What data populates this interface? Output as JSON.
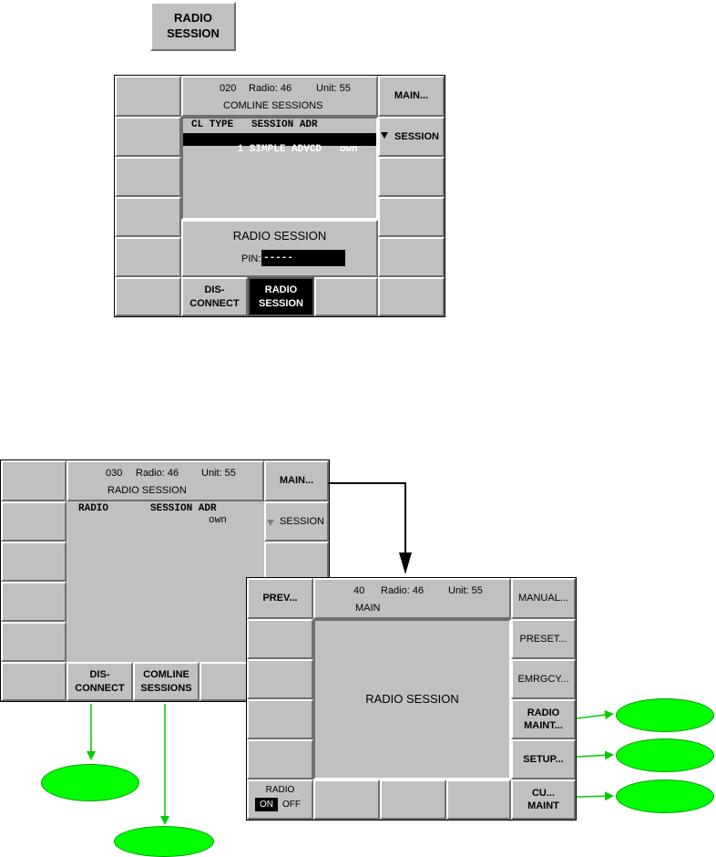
{
  "colors": {
    "screen_bg": "#c0c0c0",
    "oval": "#00ff00",
    "arrow_green": "#00cc00",
    "arrow_black": "#000000"
  },
  "top_key": {
    "line1": "RADIO",
    "line2": "SESSION"
  },
  "screen1": {
    "header": {
      "num": "020",
      "radio": "Radio: 46",
      "unit": "Unit: 55",
      "title": "COMLINE SESSIONS"
    },
    "main_button": "MAIN...",
    "session_button": "SESSION",
    "list_header": "CL TYPE   SESSION ADR",
    "list_row": "1 SIMPLE ADVCD   own",
    "dialog_title": "RADIO SESSION",
    "pin_label": "PIN:",
    "pin_value": "-----",
    "disconnect": {
      "line1": "DIS-",
      "line2": "CONNECT"
    },
    "radio_session": {
      "line1": "RADIO",
      "line2": "SESSION"
    }
  },
  "screen2": {
    "header": {
      "num": "030",
      "radio": "Radio: 46",
      "unit": "Unit: 55",
      "title": "RADIO SESSION"
    },
    "main_button": "MAIN...",
    "session_button": "SESSION",
    "list_header_left": "RADIO",
    "list_header_right": "SESSION ADR",
    "list_value": "own",
    "disconnect": {
      "line1": "DIS-",
      "line2": "CONNECT"
    },
    "comline": {
      "line1": "COMLINE",
      "line2": "SESSIONS"
    }
  },
  "screen3": {
    "header": {
      "num": "40",
      "radio": "Radio: 46",
      "unit": "Unit: 55",
      "title": "MAIN"
    },
    "prev_button": "PREV...",
    "center_text": "RADIO SESSION",
    "manual": "MANUAL...",
    "preset": "PRESET...",
    "emrgcy": "EMRGCY...",
    "radio_maint": {
      "line1": "RADIO",
      "line2": "MAINT..."
    },
    "setup": "SETUP...",
    "cu_maint": {
      "line1": "CU...",
      "line2": "MAINT"
    },
    "radio_toggle": {
      "label": "RADIO",
      "on": "ON",
      "off": "OFF"
    }
  }
}
